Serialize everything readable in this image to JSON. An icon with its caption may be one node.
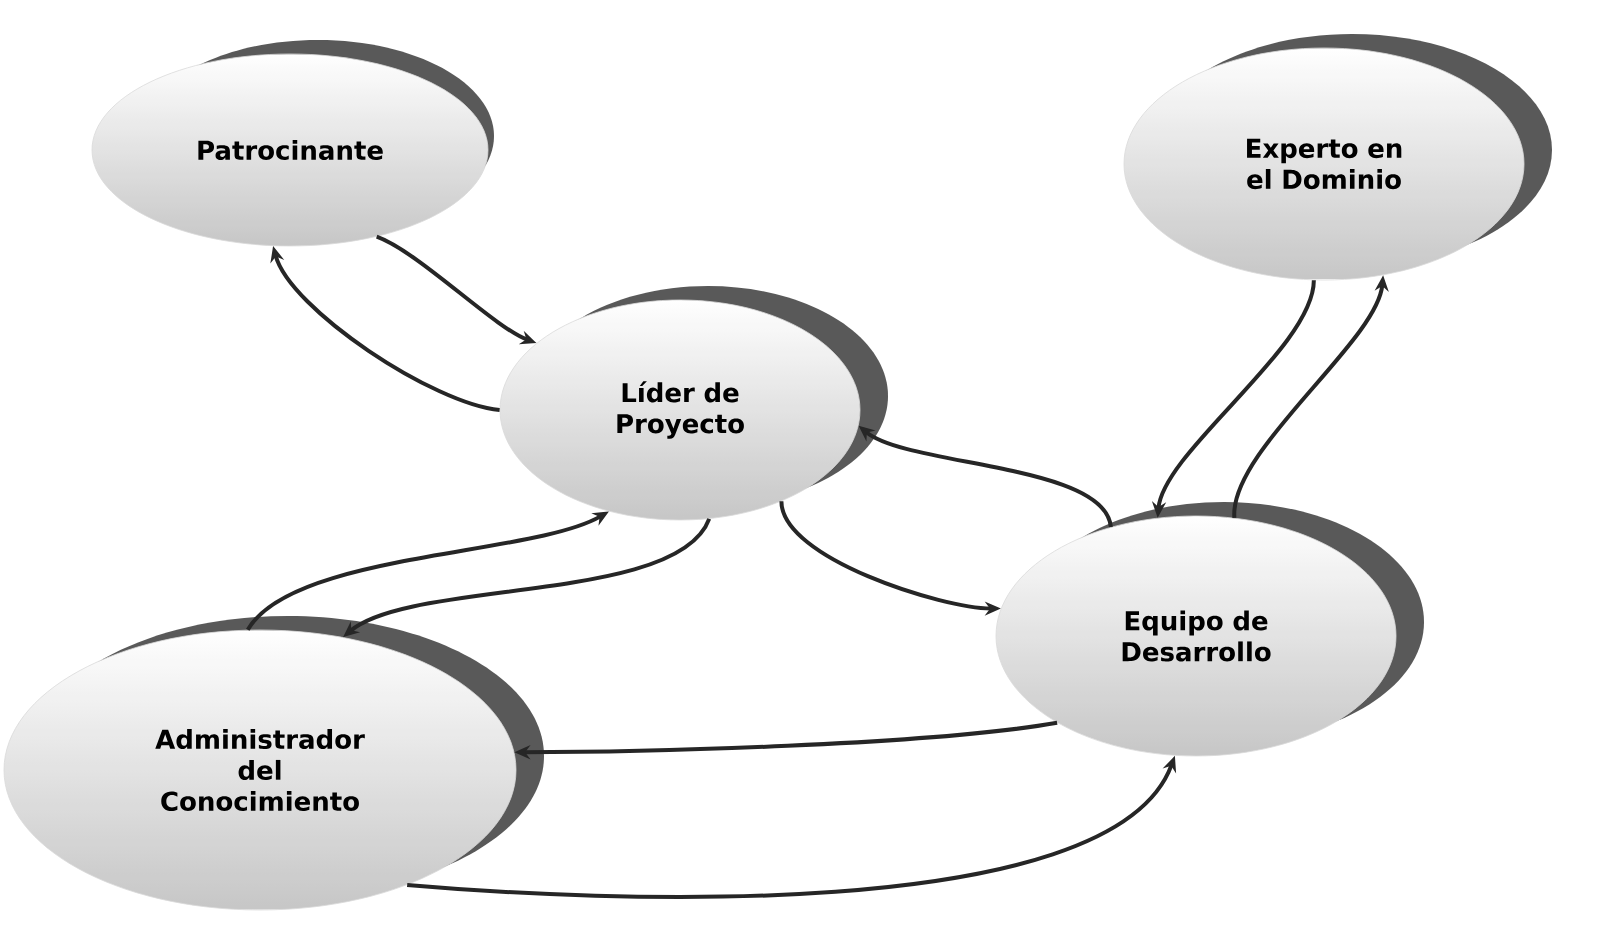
{
  "diagram": {
    "nodes": [
      {
        "text": [
          "Patrocinante"
        ]
      },
      {
        "text": [
          "Líder de Proyecto"
        ]
      },
      {
        "text": [
          "Experto en el Dominio"
        ]
      },
      {
        "text": [
          "Administrador del Conocimiento"
        ]
      },
      {
        "text": [
          "Equipo de Desarrollo"
        ]
      }
    ],
    "edges": [
      {
        "from": 0,
        "to": 1,
        "arrow": "to"
      },
      {
        "from": 1,
        "to": 0,
        "arrow": "to"
      },
      {
        "from": 2,
        "to": 4,
        "arrow": "to"
      },
      {
        "from": 4,
        "to": 2,
        "arrow": "to"
      },
      {
        "from": 4,
        "to": 1,
        "arrow": "to"
      },
      {
        "from": 1,
        "to": 4,
        "arrow": "to"
      },
      {
        "from": 3,
        "to": 1,
        "arrow": "to"
      },
      {
        "from": 1,
        "to": 3,
        "arrow": "to"
      },
      {
        "from": 4,
        "to": 3,
        "arrow": "to"
      },
      {
        "from": 3,
        "to": 4,
        "arrow": "to"
      }
    ]
  }
}
